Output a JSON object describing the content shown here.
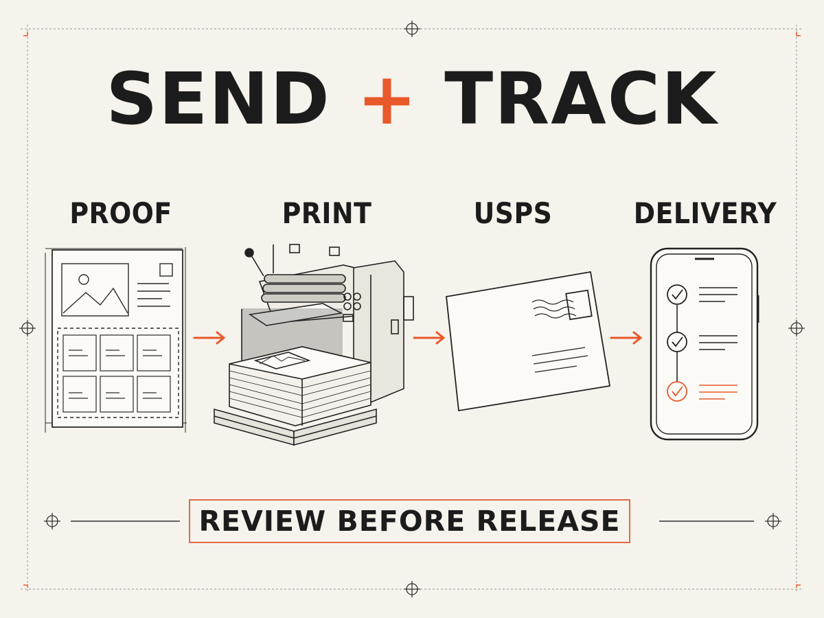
{
  "title": {
    "part1": "SEND",
    "plus": "+",
    "part2": "TRACK"
  },
  "stages": [
    {
      "label": "PROOF"
    },
    {
      "label": "PRINT"
    },
    {
      "label": "USPS"
    },
    {
      "label": "DELIVERY"
    }
  ],
  "footer": {
    "review": "REVIEW BEFORE RELEASE"
  },
  "colors": {
    "accent": "#e8582a",
    "ink": "#1c1c1c",
    "paper": "#f6f3ec"
  },
  "icons": [
    "crosshair-icon",
    "proof-sheet-icon",
    "printing-press-icon",
    "envelope-icon",
    "phone-tracking-icon",
    "arrow-right-icon",
    "check-icon"
  ]
}
